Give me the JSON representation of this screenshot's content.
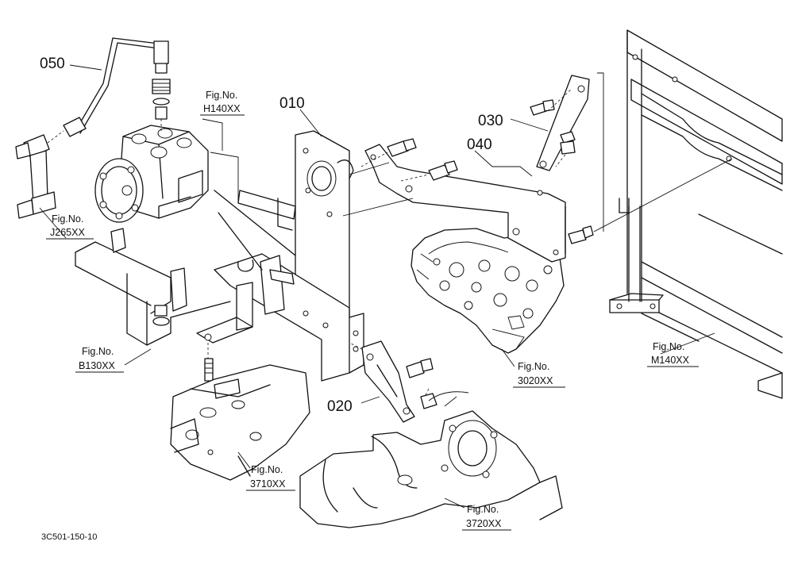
{
  "parts": [
    {
      "id": "p050",
      "number": "050"
    },
    {
      "id": "p010",
      "number": "010"
    },
    {
      "id": "p030",
      "number": "030"
    },
    {
      "id": "p040",
      "number": "040"
    },
    {
      "id": "p020",
      "number": "020"
    }
  ],
  "references": [
    {
      "id": "h140",
      "label": "Fig.No.",
      "code": "H140XX"
    },
    {
      "id": "j265",
      "label": "Fig.No.",
      "code": "J265XX"
    },
    {
      "id": "b130",
      "label": "Fig.No.",
      "code": "B130XX"
    },
    {
      "id": "r3020",
      "label": "Fig.No.",
      "code": "3020XX"
    },
    {
      "id": "m140",
      "label": "Fig.No.",
      "code": "M140XX"
    },
    {
      "id": "r3710",
      "label": "Fig.No.",
      "code": "3710XX"
    },
    {
      "id": "r3720",
      "label": "Fig.No.",
      "code": "3720XX"
    }
  ],
  "diagram_code": "3C501-150-10"
}
